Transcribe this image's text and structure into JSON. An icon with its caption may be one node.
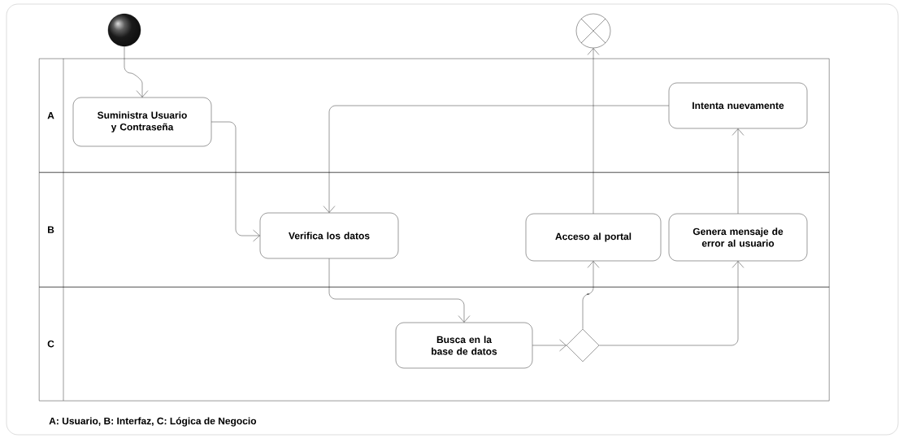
{
  "diagram": {
    "nodes": [
      {
        "text": [
          "A"
        ]
      },
      {
        "text": [
          "B"
        ]
      },
      {
        "text": [
          "C"
        ]
      },
      {
        "text": [],
        "shape": "circle"
      },
      {
        "text": [],
        "shape": "circle"
      },
      {
        "text": [
          "Suministra Usuario y Contraseña"
        ],
        "in": 0
      },
      {
        "text": [
          "Intenta nuevamente"
        ],
        "in": 0
      },
      {
        "text": [
          "Verifica los datos"
        ],
        "in": 1
      },
      {
        "text": [
          "Acceso al portal"
        ],
        "in": 1
      },
      {
        "text": [
          "Genera mensaje de error al usuario"
        ],
        "in": 1
      },
      {
        "text": [
          "Busca en la base de datos"
        ],
        "in": 2
      },
      {
        "text": [],
        "shape": "diamond",
        "in": 2
      }
    ],
    "edges": [
      {
        "from": 3,
        "to": 5,
        "arrow": "to"
      },
      {
        "from": 5,
        "to": 7,
        "arrow": "to"
      },
      {
        "from": 6,
        "to": 7,
        "arrow": "to"
      },
      {
        "from": 7,
        "to": 10,
        "arrow": "to"
      },
      {
        "from": 10,
        "to": 11,
        "arrow": "to"
      },
      {
        "from": 11,
        "to": 8,
        "arrow": "to"
      },
      {
        "from": 11,
        "to": 9,
        "arrow": "to"
      },
      {
        "from": 8,
        "to": 4,
        "arrow": "to"
      },
      {
        "from": 9,
        "to": 6,
        "arrow": "to"
      }
    ],
    "labels": [
      "A: Usuario, B: Interfaz, C: Lógica de Negocio"
    ]
  }
}
